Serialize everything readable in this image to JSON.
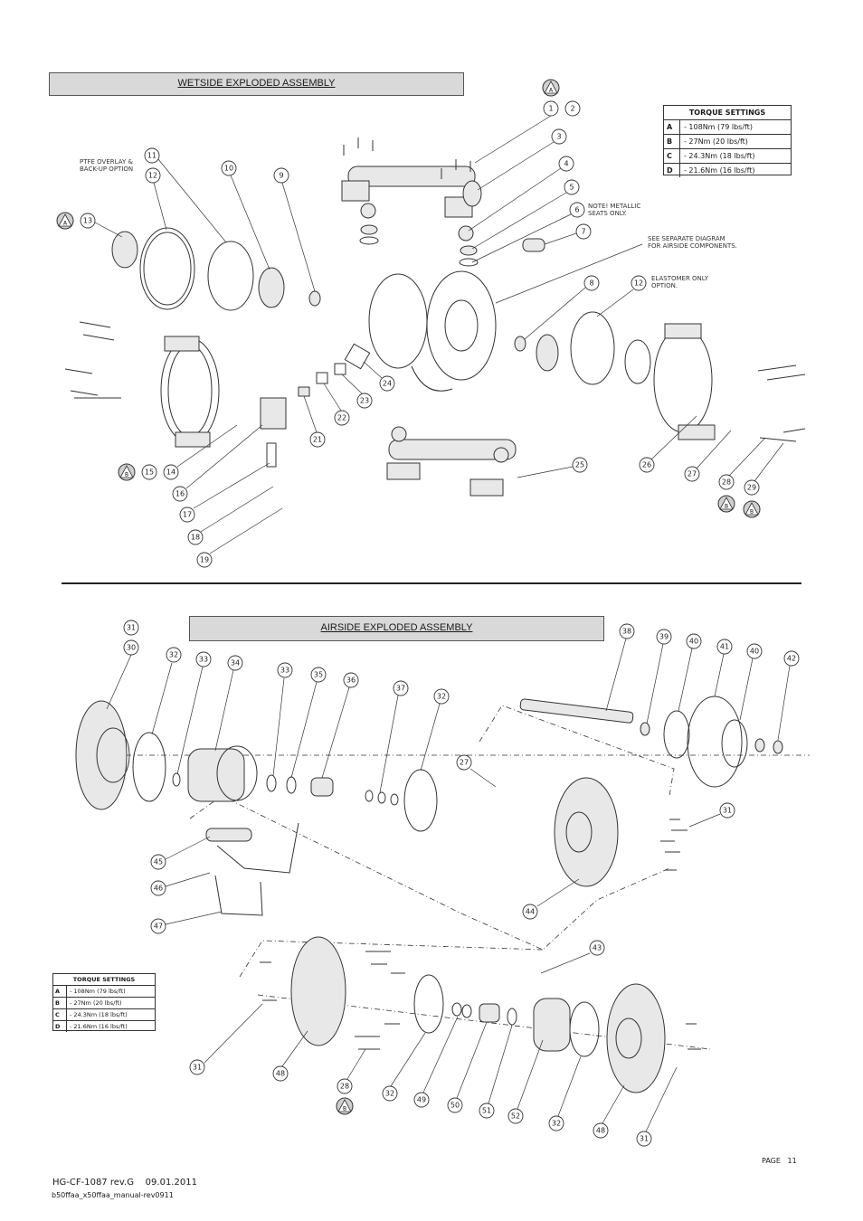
{
  "wetside": {
    "title": "WETSIDE EXPLODED ASSEMBLY",
    "notes": {
      "ptfe": [
        "PTFE OVERLAY &",
        "BACK-UP OPTION"
      ],
      "metallic": [
        "NOTE! METALLIC",
        "SEATS ONLY."
      ],
      "airside_ref": [
        "SEE SEPARATE DIAGRAM",
        "FOR AIRSIDE COMPONENTS."
      ],
      "elastomer": [
        "ELASTOMER ONLY",
        "OPTION."
      ]
    },
    "callouts": [
      "1",
      "2",
      "3",
      "4",
      "5",
      "6",
      "7",
      "8",
      "9",
      "10",
      "11",
      "12",
      "12",
      "13",
      "14",
      "15",
      "16",
      "17",
      "18",
      "19",
      "21",
      "22",
      "23",
      "24",
      "25",
      "26",
      "27",
      "28",
      "29"
    ]
  },
  "airside": {
    "title": "AIRSIDE EXPLODED ASSEMBLY",
    "callouts": [
      "30",
      "31",
      "31",
      "31",
      "31",
      "32",
      "32",
      "32",
      "32",
      "33",
      "33",
      "34",
      "35",
      "36",
      "37",
      "38",
      "39",
      "40",
      "40",
      "41",
      "42",
      "43",
      "44",
      "45",
      "46",
      "47",
      "48",
      "48",
      "49",
      "50",
      "51",
      "52",
      "27",
      "28"
    ]
  },
  "torque_settings": {
    "title": "TORQUE SETTINGS",
    "rows": [
      {
        "key": "A",
        "value": "-   108Nm (79 lbs/ft)"
      },
      {
        "key": "B",
        "value": "-   27Nm (20 lbs/ft)"
      },
      {
        "key": "C",
        "value": "-   24.3Nm (18 lbs/ft)"
      },
      {
        "key": "D",
        "value": "-   21.6Nm (16 lbs/ft)"
      }
    ]
  },
  "torque_badges": {
    "a": "A",
    "b": "B"
  },
  "footer": {
    "page": "PAGE   11",
    "doc_ref": "HG-CF-1087 rev.G    09.01.2011",
    "file_ref": "b50ffaa_x50ffaa_manual-rev0911"
  }
}
